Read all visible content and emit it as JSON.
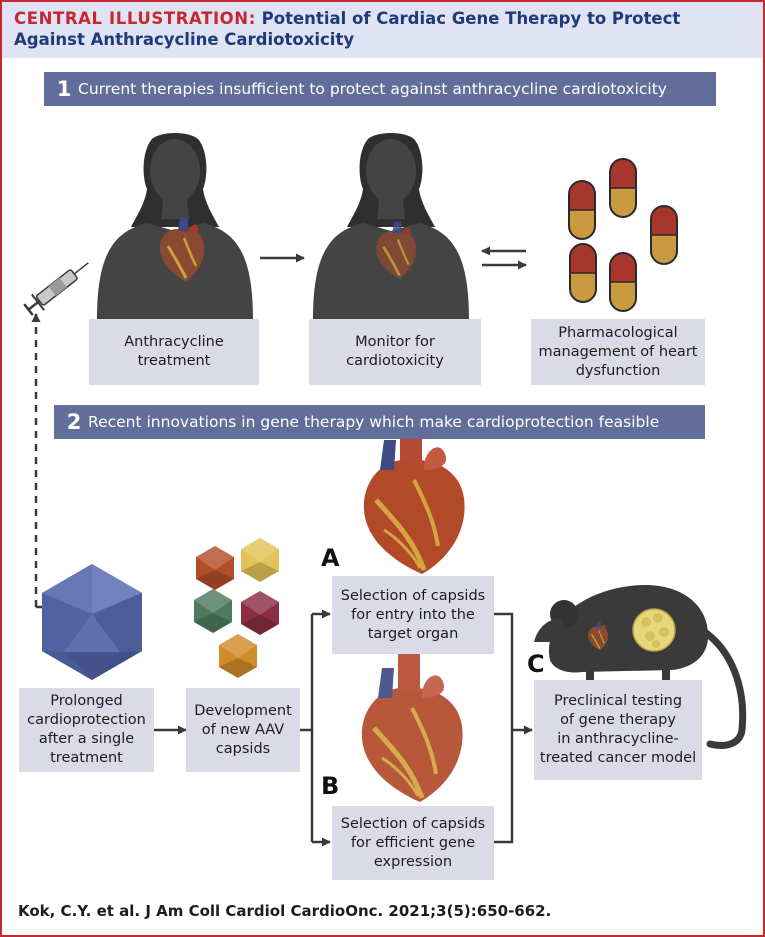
{
  "title": {
    "prefix": "CENTRAL ILLUSTRATION:",
    "line1": "Potential of Cardiac Gene Therapy to Protect",
    "line2": "Against Anthracycline Cardiotoxicity"
  },
  "section1": {
    "number": "1",
    "label": "Current therapies insufficient to protect against anthracycline cardiotoxicity"
  },
  "section2": {
    "number": "2",
    "label": "Recent innovations in gene therapy which make cardioprotection feasible"
  },
  "boxes": {
    "anthracycline": "Anthracycline\ntreatment",
    "monitor": "Monitor for\ncardiotoxicity",
    "pharmacological": "Pharmacological\nmanagement of heart\ndysfunction",
    "prolonged": "Prolonged\ncardioprotection\nafter a single\ntreatment",
    "development": "Development\nof new AAV\ncapsids",
    "selection_a": "Selection of capsids\nfor entry into the\ntarget organ",
    "selection_b": "Selection of capsids\nfor efficient gene\nexpression",
    "preclinical": "Preclinical testing\nof gene therapy\nin anthracycline-\ntreated cancer model"
  },
  "letters": {
    "a": "A",
    "b": "B",
    "c": "C"
  },
  "citation": "Kok, C.Y. et al. J Am Coll Cardiol CardioOnc. 2021;3(5):650-662.",
  "colors": {
    "border": "#c5282f",
    "title_bg": "#dfe3f3",
    "section_bar": "#616e9a",
    "box_bg": "#dadbe7",
    "silhouette": "#3f3f3f",
    "capsule_top": "#a7372c",
    "capsule_bottom": "#c99a3f"
  },
  "icons": [
    "syringe-icon",
    "woman-silhouette-icon",
    "heart-icon",
    "pill-capsule-icon",
    "aav-capsid-icon",
    "mouse-icon",
    "tumor-icon"
  ]
}
